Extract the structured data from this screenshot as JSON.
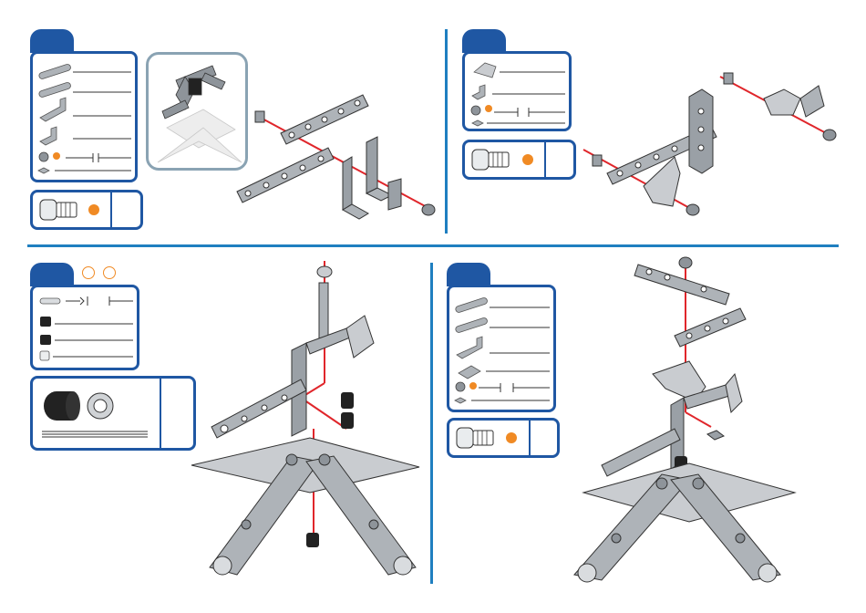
{
  "page": {
    "steps": [
      {
        "id": "step-1",
        "number": ""
      },
      {
        "id": "step-2",
        "number": ""
      },
      {
        "id": "step-3",
        "number": ""
      },
      {
        "id": "step-4",
        "number": ""
      }
    ]
  },
  "colors": {
    "accent_blue": "#1f57a3",
    "divider_blue": "#1f7fc0",
    "assembly_line_red": "#e0262b",
    "part_marker_orange": "#f08a24",
    "metal_grey": "#9aa0a6"
  },
  "icons": {
    "bolt": "bolt-icon",
    "strip": "metal-strip-icon",
    "bracket": "angle-bracket-icon",
    "nut": "nut-icon",
    "wheel": "wheel-icon",
    "washer": "washer-icon",
    "axle": "axle-icon"
  }
}
